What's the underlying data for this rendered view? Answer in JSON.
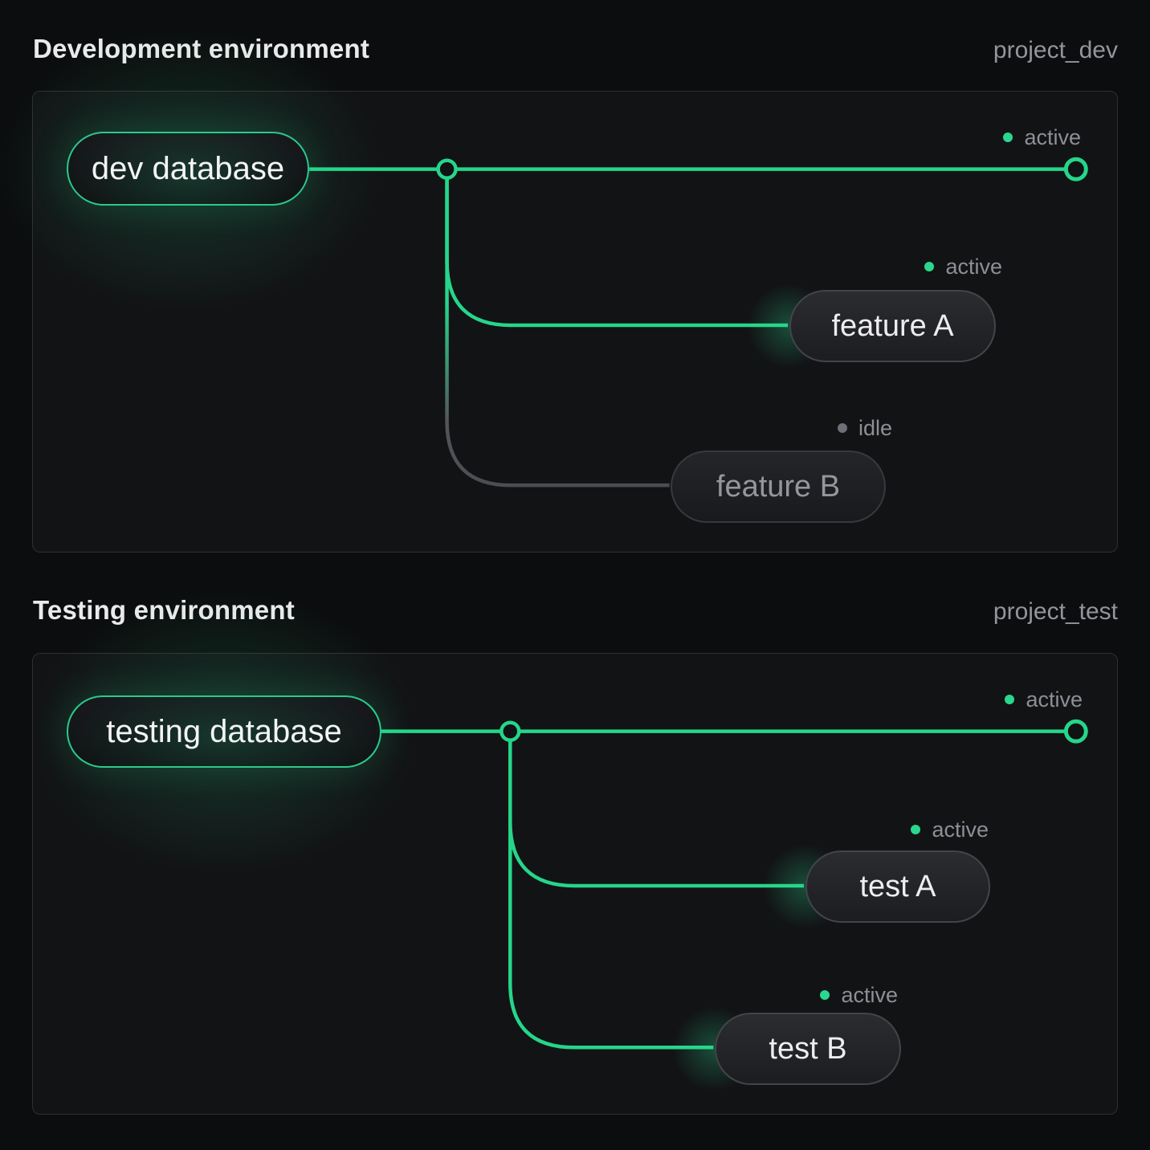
{
  "colors": {
    "accent_green": "#25d68a",
    "idle_gray": "#54555a",
    "panel_border": "#2e2f33"
  },
  "sections": [
    {
      "title": "Development environment",
      "project": "project_dev",
      "root": {
        "label": "dev database",
        "status": "active"
      },
      "branches": [
        {
          "label": "feature A",
          "status": "active"
        },
        {
          "label": "feature B",
          "status": "idle"
        }
      ]
    },
    {
      "title": "Testing environment",
      "project": "project_test",
      "root": {
        "label": "testing database",
        "status": "active"
      },
      "branches": [
        {
          "label": "test A",
          "status": "active"
        },
        {
          "label": "test B",
          "status": "active"
        }
      ]
    }
  ]
}
